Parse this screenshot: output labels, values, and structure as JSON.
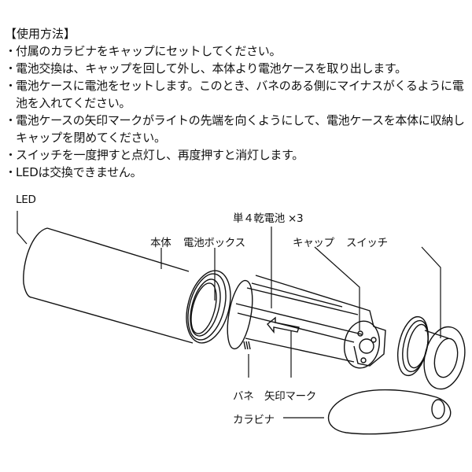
{
  "instructions": {
    "title": "【使用方法】",
    "bullet": "・",
    "items": [
      "付属のカラビナをキャップにセットしてください。",
      "電池交換は、キャップを回して外し、本体より電池ケースを取り出します。",
      "電池ケースに電池をセットします。このとき、バネのある側にマイナスがくるように電池を入れてください。",
      "電池ケースの矢印マークがライトの先端を向くようにして、電池ケースを本体に収納しキャップを閉めてください。",
      "スイッチを一度押すと点灯し、再度押すと消灯します。",
      "LEDは交換できません。"
    ]
  },
  "diagram": {
    "labels": {
      "led": "LED",
      "body": "本体",
      "battery_box": "電池ボックス",
      "batteries": "単４乾電池 ×3",
      "cap": "キャップ",
      "switch": "スイッチ",
      "spring": "バネ",
      "arrow_mark": "矢印マーク",
      "carabiner": "カラビナ"
    }
  }
}
